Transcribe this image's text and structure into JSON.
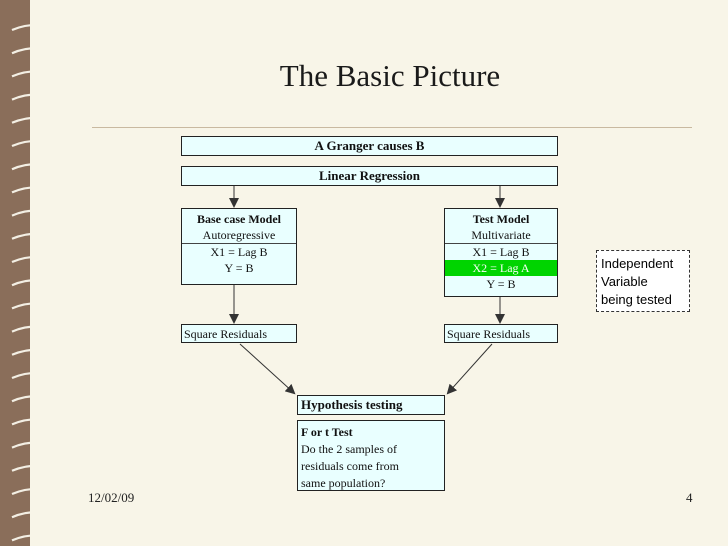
{
  "slide": {
    "title": "The Basic Picture",
    "date": "12/02/09",
    "page_number": "4"
  },
  "diagram": {
    "top_bar": "A Granger causes B",
    "regression_bar": "Linear Regression",
    "base_model": {
      "header": "Base case Model",
      "lines": [
        "Autoregressive",
        "X1 = Lag B",
        "Y = B"
      ]
    },
    "test_model": {
      "header": "Test Model",
      "lines": [
        "Multivariate",
        "X1 = Lag B",
        "X2 = Lag A",
        "Y = B"
      ]
    },
    "residuals_left": "Square Residuals",
    "residuals_right": "Square Residuals",
    "hypothesis": "Hypothesis testing",
    "ftest": {
      "title": "F or t Test",
      "lines": [
        "Do the 2 samples of",
        "residuals come from",
        "same population?"
      ]
    },
    "note": {
      "lines": [
        "Independent",
        "Variable",
        "being tested"
      ]
    },
    "colors": {
      "box_fill": "#e9ffff",
      "highlight": "#00d400",
      "border": "#222222"
    }
  }
}
